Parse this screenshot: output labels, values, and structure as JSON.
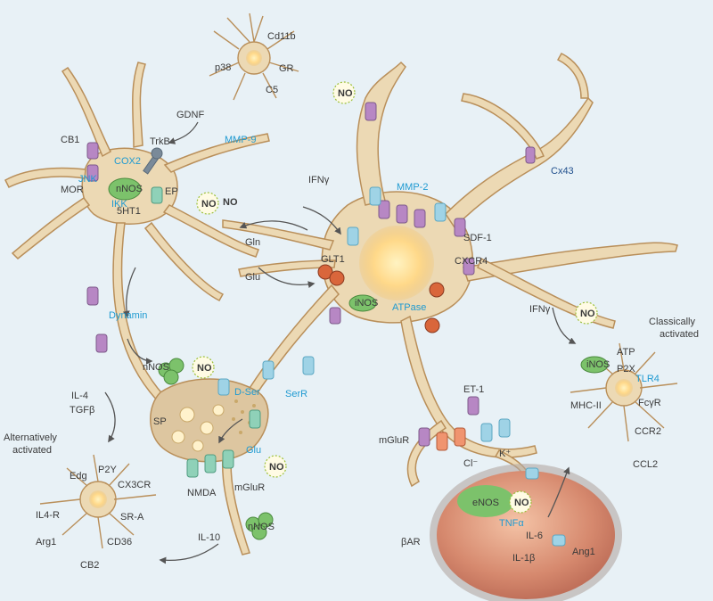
{
  "colors": {
    "background": "#e8f1f6",
    "cell_fill": "#ecd9b4",
    "cell_stroke": "#b98f5a",
    "nucleus": "#ffd98a",
    "receptor_purple": "#b787c4",
    "receptor_cyan": "#9fd3e6",
    "receptor_green": "#8fd1b8",
    "receptor_orange": "#f0946f",
    "enzyme_green": "#7cc26b",
    "transporter": "#d9663b",
    "vessel": "#d6896e",
    "label_dark": "#3a3a3a",
    "label_cyan": "#1f9ad1",
    "label_navy": "#1f4e8c"
  },
  "top_microglia": {
    "cd11b": "Cd11b",
    "p38": "p38",
    "gr": "GR",
    "c5": "C5"
  },
  "neuron": {
    "gdnf": "GDNF",
    "trkb": "TrkB",
    "cb1": "CB1",
    "cox2": "COX2",
    "jnk": "JNK",
    "nnos": "nNOS",
    "ikk": "IKK",
    "mor": "MOR",
    "ep": "EP",
    "ht1": "5HT1",
    "no": "NO"
  },
  "astrocyte": {
    "mmp9": "MMP-9",
    "mmp2": "MMP-2",
    "cx43": "Cx43",
    "sdf1": "SDF-1",
    "cxcr4": "CXCR4",
    "glt1": "GLT1",
    "ifng": "IFNγ",
    "gln": "Gln",
    "glu": "Glu",
    "atpase": "ATPase",
    "inos": "iNOS",
    "et1": "ET-1",
    "mglur": "mGluR",
    "cl": "Cl⁻",
    "k": "K⁺",
    "no_a": "NO",
    "no_b": "NO"
  },
  "synapse": {
    "dynamin": "Dynamin",
    "nnos": "nNOS",
    "no": "NO",
    "dser": "D-Ser",
    "serr": "SerR",
    "sp": "SP",
    "glu": "Glu",
    "nmda": "NMDA",
    "mglur": "mGluR",
    "no_b": "NO",
    "nnos_b": "nNOS"
  },
  "classically_activated": {
    "title_line1": "Classically",
    "title_line2": "activated",
    "ifng": "IFNγ",
    "no": "NO",
    "atp": "ATP",
    "p2x": "P2X",
    "inos": "iNOS",
    "tlr4": "TLR4",
    "mhc2": "MHC-II",
    "fcgr": "FcγR",
    "ccr2": "CCR2",
    "ccl2": "CCL2"
  },
  "alternatively_activated": {
    "title_line1": "Alternatively",
    "title_line2": "activated",
    "il4": "IL-4",
    "tgfb": "TGFβ",
    "edg": "Edg",
    "p2y": "P2Y",
    "cx3cr": "CX3CR",
    "il4r": "IL4-R",
    "sra": "SR-A",
    "arg1": "Arg1",
    "cd36": "CD36",
    "cb2": "CB2",
    "il10": "IL-10"
  },
  "vessel": {
    "enos": "eNOS",
    "no": "NO",
    "tnfa": "TNFα",
    "il6": "IL-6",
    "il1b": "IL-1β",
    "bar": "βAR",
    "ang1": "Ang1"
  }
}
